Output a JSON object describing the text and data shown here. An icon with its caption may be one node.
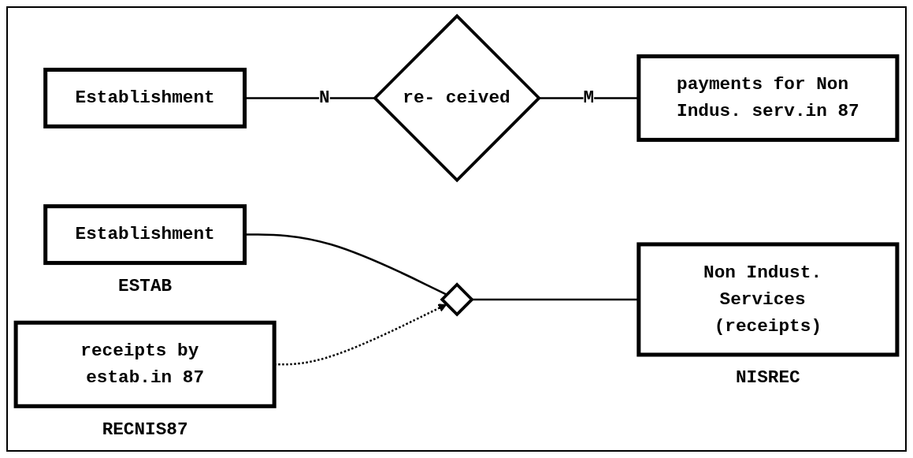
{
  "diagram": {
    "nodes": [
      {
        "text": [
          "Establishment"
        ]
      },
      {
        "text": [
          "re- ceived"
        ]
      },
      {
        "text": [
          "payments for Non Indus. serv.in 87"
        ]
      },
      {
        "text": [
          "Establishment"
        ],
        "beside": [
          "ESTAB"
        ]
      },
      {
        "text": [],
        "shape": "diamond"
      },
      {
        "text": [
          "Non Indust. Services (receipts)"
        ],
        "beside": [
          "NISREC"
        ]
      },
      {
        "text": [
          "receipts by estab.in 87"
        ],
        "beside": [
          "RECNIS87"
        ]
      }
    ],
    "edges": [
      {
        "from": 0,
        "to": 1,
        "arrow": "none",
        "label": "N"
      },
      {
        "from": 1,
        "to": 2,
        "arrow": "none",
        "label": "M"
      },
      {
        "from": 3,
        "to": 4,
        "arrow": "none"
      },
      {
        "from": 4,
        "to": 5,
        "arrow": "none"
      },
      {
        "from": 6,
        "to": 4,
        "arrow": "to",
        "style": "dashed"
      }
    ]
  }
}
